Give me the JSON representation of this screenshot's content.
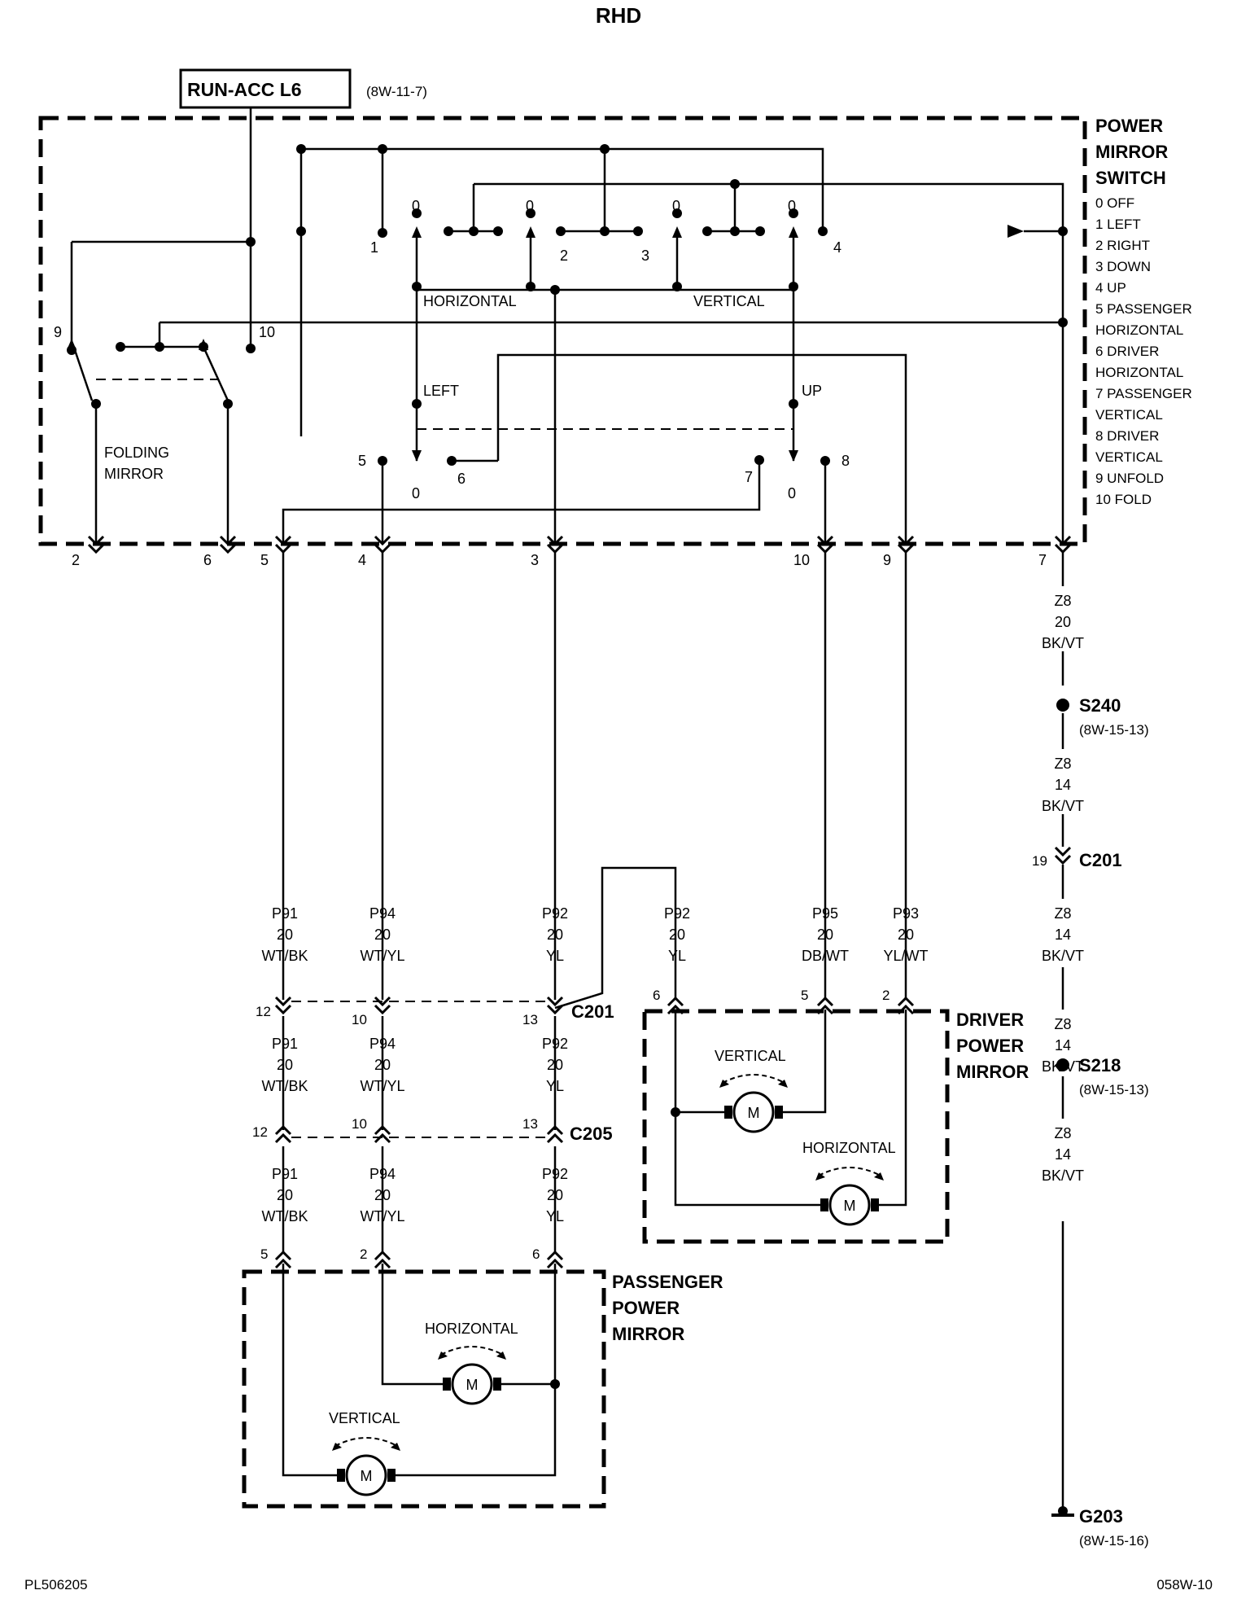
{
  "title": "RHD",
  "run_acc": {
    "label": "RUN-ACC L6",
    "ref": "(8W-11-7)"
  },
  "switch": {
    "title": [
      "POWER",
      "MIRROR",
      "SWITCH"
    ],
    "legend": [
      "0 OFF",
      "1 LEFT",
      "2 RIGHT",
      "3 DOWN",
      "4 UP",
      "5 PASSENGER",
      "HORIZONTAL",
      "6 DRIVER",
      "HORIZONTAL",
      "7 PASSENGER",
      "VERTICAL",
      "8 DRIVER",
      "VERTICAL",
      "9 UNFOLD",
      "10 FOLD"
    ],
    "labels": {
      "horizontal": "HORIZONTAL",
      "vertical": "VERTICAL",
      "left": "LEFT",
      "up": "UP",
      "folding": "FOLDING",
      "mirror": "MIRROR"
    },
    "contacts": [
      "0",
      "1",
      "2",
      "3",
      "4",
      "5",
      "6",
      "7",
      "8",
      "9",
      "10"
    ]
  },
  "pins": {
    "p2": "2",
    "p6": "6",
    "p5": "5",
    "p4": "4",
    "p3": "3",
    "p10": "10",
    "p9": "9",
    "p7": "7"
  },
  "ground": {
    "wire": [
      "Z8",
      "20",
      "BK/VT"
    ],
    "wire14": [
      "Z8",
      "14",
      "BK/VT"
    ],
    "s240": "S240",
    "s240_ref": "(8W-15-13)",
    "c201_pin": "19",
    "c201": "C201",
    "s218": "S218",
    "s218_ref": "(8W-15-13)",
    "g203": "G203",
    "g203_ref": "(8W-15-16)"
  },
  "wires": {
    "p91": [
      "P91",
      "20",
      "WT/BK"
    ],
    "p94": [
      "P94",
      "20",
      "WT/YL"
    ],
    "p92": [
      "P92",
      "20",
      "YL"
    ],
    "p95": [
      "P95",
      "20",
      "DB/WT"
    ],
    "p93": [
      "P93",
      "20",
      "YL/WT"
    ]
  },
  "connectors": {
    "c201": "C201",
    "c205": "C205",
    "c201_pins": [
      "12",
      "10",
      "13"
    ],
    "c205_pins": [
      "12",
      "10",
      "13"
    ]
  },
  "driver_mirror": {
    "title": [
      "DRIVER",
      "POWER",
      "MIRROR"
    ],
    "pins": [
      "6",
      "5",
      "2"
    ],
    "vertical": "VERTICAL",
    "horizontal": "HORIZONTAL",
    "motor": "M"
  },
  "passenger_mirror": {
    "title": [
      "PASSENGER",
      "POWER",
      "MIRROR"
    ],
    "pins": [
      "5",
      "2",
      "6"
    ],
    "vertical": "VERTICAL",
    "horizontal": "HORIZONTAL",
    "motor": "M"
  },
  "footer": {
    "left": "PL506205",
    "right": "058W-10"
  }
}
